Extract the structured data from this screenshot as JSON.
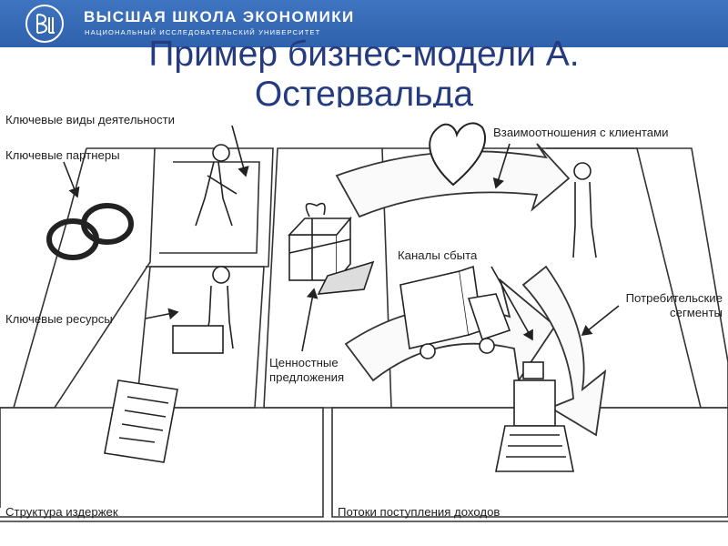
{
  "header": {
    "org_name": "ВЫСШАЯ ШКОЛА ЭКОНОМИКИ",
    "org_subtitle": "НАЦИОНАЛЬНЫЙ ИССЛЕДОВАТЕЛЬСКИЙ УНИВЕРСИТЕТ"
  },
  "slide": {
    "title": "Пример бизнес-модели А.\nОстервальда"
  },
  "canvas": {
    "key_activities": "Ключевые виды деятельности",
    "key_partners": "Ключевые партнеры",
    "key_resources": "Ключевые ресурсы",
    "value_propositions": "Ценностные\nпредложения",
    "customer_relationships": "Взаимоотношения с клиентами",
    "channels": "Каналы сбыта",
    "customer_segments": "Потребительские\nсегменты",
    "cost_structure": "Структура издержек",
    "revenue_streams": "Потоки поступления доходов"
  },
  "colors": {
    "header_blue": "#3f74c0",
    "title_blue": "#253b80"
  }
}
